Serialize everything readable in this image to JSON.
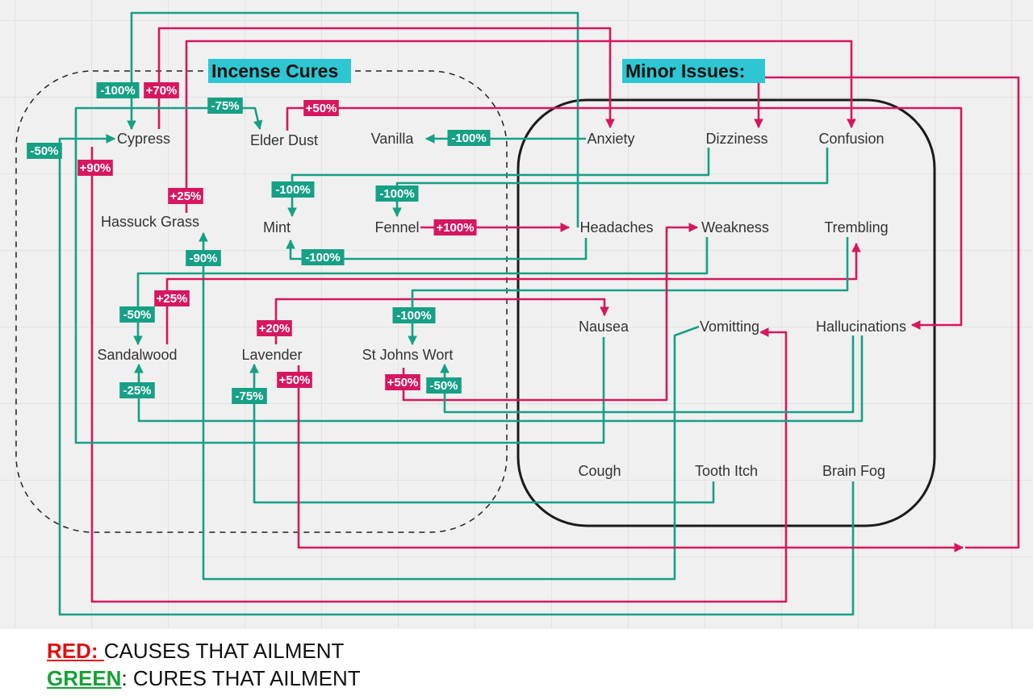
{
  "colors": {
    "cause": "#d6175f",
    "cure": "#16a085",
    "title_bg": "#2cc7d3",
    "text": "#333333"
  },
  "groups": {
    "incense": {
      "title": "Incense Cures"
    },
    "issues": {
      "title": "Minor Issues:"
    }
  },
  "incense_nodes": [
    "Cypress",
    "Elder Dust",
    "Vanilla",
    "Hassuck Grass",
    "Mint",
    "Fennel",
    "Sandalwood",
    "Lavender",
    "St Johns Wort"
  ],
  "issue_nodes": [
    "Anxiety",
    "Dizziness",
    "Confusion",
    "Headaches",
    "Weakness",
    "Trembling",
    "Nausea",
    "Vomitting",
    "Hallucinations",
    "Cough",
    "Tooth Itch",
    "Brain Fog"
  ],
  "relations": [
    {
      "from": "Anxiety",
      "to": "Cypress",
      "type": "cure",
      "label": "-100%"
    },
    {
      "from": "Cypress",
      "to": "Anxiety",
      "type": "cause",
      "label": "+70%"
    },
    {
      "from": "Hassuck Grass",
      "to": "Confusion",
      "type": "cause",
      "label": "+25%"
    },
    {
      "from": "Brain Fog",
      "to": "Cypress",
      "type": "cure",
      "label": "-50%"
    },
    {
      "from": "Cypress",
      "to": "Vomitting",
      "type": "cause",
      "label": "+90%"
    },
    {
      "from": "Nausea",
      "to": "Elder Dust",
      "type": "cure",
      "label": "-75%"
    },
    {
      "from": "Elder Dust",
      "to": "Hallucinations",
      "type": "cause",
      "label": "+50%"
    },
    {
      "from": "Anxiety",
      "to": "Vanilla",
      "type": "cure",
      "label": "-100%"
    },
    {
      "from": "Dizziness",
      "to": "Mint",
      "type": "cure",
      "label": "-100%"
    },
    {
      "from": "Confusion",
      "to": "Fennel",
      "type": "cure",
      "label": "-100%"
    },
    {
      "from": "Fennel",
      "to": "Headaches",
      "type": "cause",
      "label": "+100%"
    },
    {
      "from": "Headaches",
      "to": "Mint",
      "type": "cure",
      "label": "-100%"
    },
    {
      "from": "Vomitting",
      "to": "Hassuck Grass",
      "type": "cure",
      "label": "-90%"
    },
    {
      "from": "Weakness",
      "to": "Sandalwood",
      "type": "cure",
      "label": "-50%"
    },
    {
      "from": "Sandalwood",
      "to": "Trembling",
      "type": "cause",
      "label": "+25%"
    },
    {
      "from": "Hallucinations",
      "to": "Sandalwood",
      "type": "cure",
      "label": "-25%"
    },
    {
      "from": "Lavender",
      "to": "Nausea",
      "type": "cause",
      "label": "+20%"
    },
    {
      "from": "Tooth Itch",
      "to": "Lavender",
      "type": "cure",
      "label": "-75%"
    },
    {
      "from": "Lavender",
      "to": "Dizziness",
      "type": "cause",
      "label": "+50%"
    },
    {
      "from": "Trembling",
      "to": "St Johns Wort",
      "type": "cure",
      "label": "-100%"
    },
    {
      "from": "St Johns Wort",
      "to": "Weakness",
      "type": "cause",
      "label": "+50%"
    },
    {
      "from": "Hallucinations",
      "to": "St Johns Wort",
      "type": "cure",
      "label": "-50%"
    }
  ],
  "legend": {
    "red_key": "RED: ",
    "red_text": "CAUSES THAT AILMENT",
    "green_key": "GREEN",
    "green_text": ": CURES THAT AILMENT"
  }
}
